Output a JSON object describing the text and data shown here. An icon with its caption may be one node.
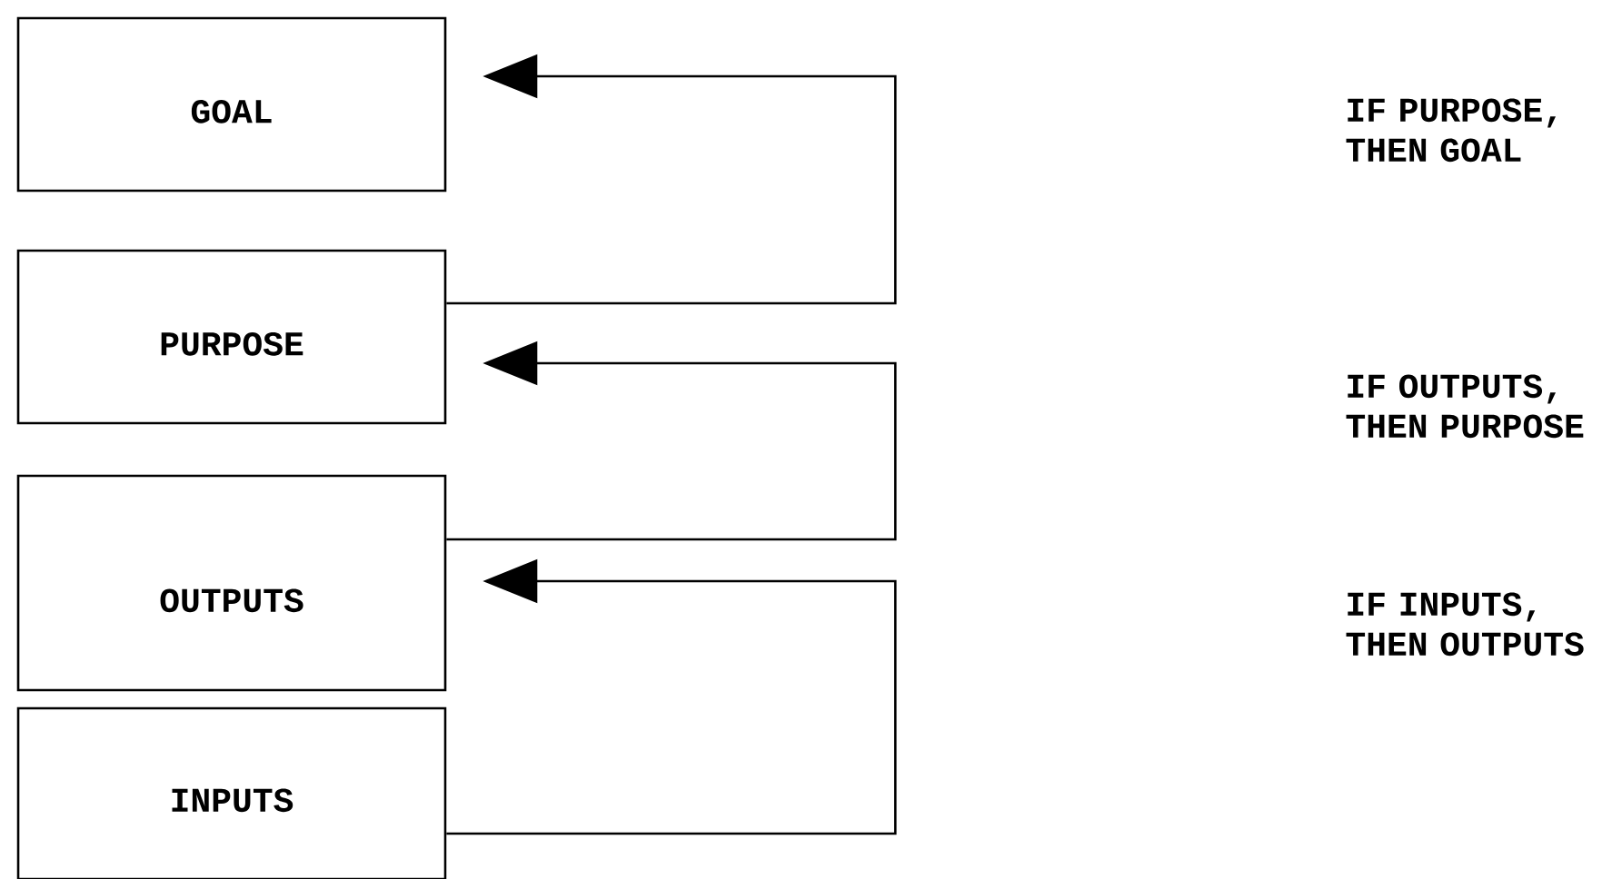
{
  "diagram": {
    "nodes": [
      {
        "text": [
          "GOAL"
        ]
      },
      {
        "text": [
          "PURPOSE"
        ]
      },
      {
        "text": [
          "OUTPUTS"
        ]
      },
      {
        "text": [
          "INPUTS"
        ]
      }
    ],
    "edges": [
      {
        "from": 1,
        "to": 0,
        "arrow": "to"
      },
      {
        "from": 2,
        "to": 1,
        "arrow": "to"
      },
      {
        "from": 3,
        "to": 2,
        "arrow": "to"
      }
    ],
    "labels": [
      "IF PURPOSE, THEN GOAL",
      "IF OUTPUTS, THEN PURPOSE",
      "IF INPUTS, THEN OUTPUTS"
    ]
  }
}
